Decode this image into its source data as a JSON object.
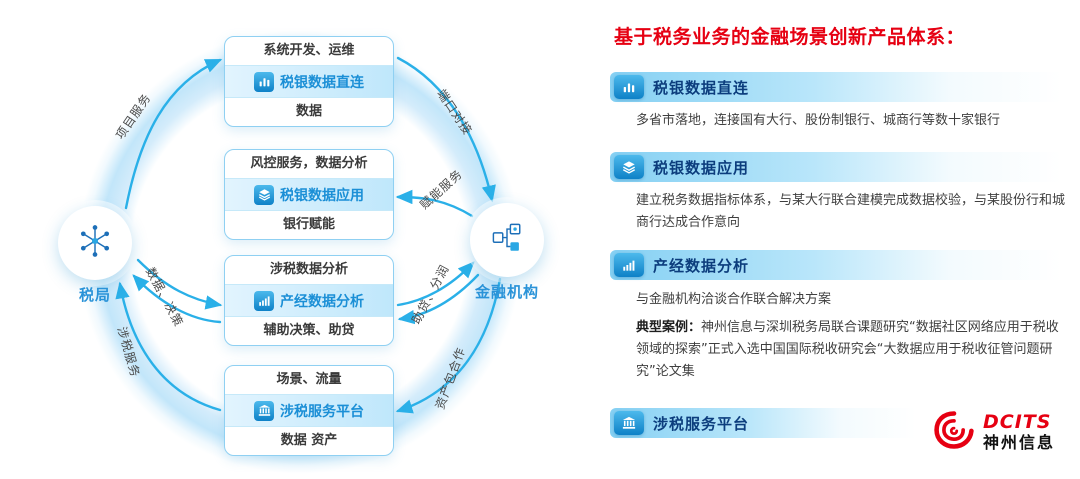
{
  "diagram": {
    "nodes": {
      "tax_bureau": {
        "label": "税局",
        "icon": "network-icon"
      },
      "financial_institution": {
        "label": "金融机构",
        "icon": "flowchart-icon"
      }
    },
    "boxes": [
      {
        "top": "系统开发、运维",
        "mid": "税银数据直连",
        "bottom": "数据",
        "icon": "bars-icon"
      },
      {
        "top": "风控服务，数据分析",
        "mid": "税银数据应用",
        "bottom": "银行赋能",
        "icon": "layers-icon"
      },
      {
        "top": "涉税数据分析",
        "mid": "产经数据分析",
        "bottom": "辅助决策、助贷",
        "icon": "chart-icon"
      },
      {
        "top": "场景、流量",
        "mid": "涉税服务平台",
        "bottom": "数据 资产",
        "icon": "bank-icon"
      }
    ],
    "arrow_labels": {
      "top_left": "项目服务",
      "top_right": "端口对接",
      "enable_service": "赋能服务",
      "left_mid": "数据、决策",
      "right_mid": "助贷、分润",
      "bottom_left": "涉税服务",
      "bottom_right": "资产包合作"
    }
  },
  "panel": {
    "title": "基于税务业务的金融场景创新产品体系：",
    "sections": [
      {
        "heading": "税银数据直连",
        "icon": "bars-icon",
        "body": "多省市落地，连接国有大行、股份制银行、城商行等数十家银行"
      },
      {
        "heading": "税银数据应用",
        "icon": "layers-icon",
        "body": "建立税务数据指标体系，与某大行联合建模完成数据校验，与某股份行和城商行达成合作意向"
      },
      {
        "heading": "产经数据分析",
        "icon": "chart-icon",
        "body": "与金融机构洽谈合作联合解决方案",
        "case_label": "典型案例：",
        "case_body": "神州信息与深圳税务局联合课题研究“数据社区网络应用于税收领域的探索”正式入选中国国际税收研究会“大数据应用于税收征管问题研究”论文集"
      },
      {
        "heading": "涉税服务平台",
        "icon": "bank-icon"
      }
    ]
  },
  "logo": {
    "brand": "DCITS",
    "company": "神州信息"
  },
  "colors": {
    "accent_red": "#e60012",
    "accent_blue": "#28a7e4",
    "navy": "#0c3d7d"
  }
}
